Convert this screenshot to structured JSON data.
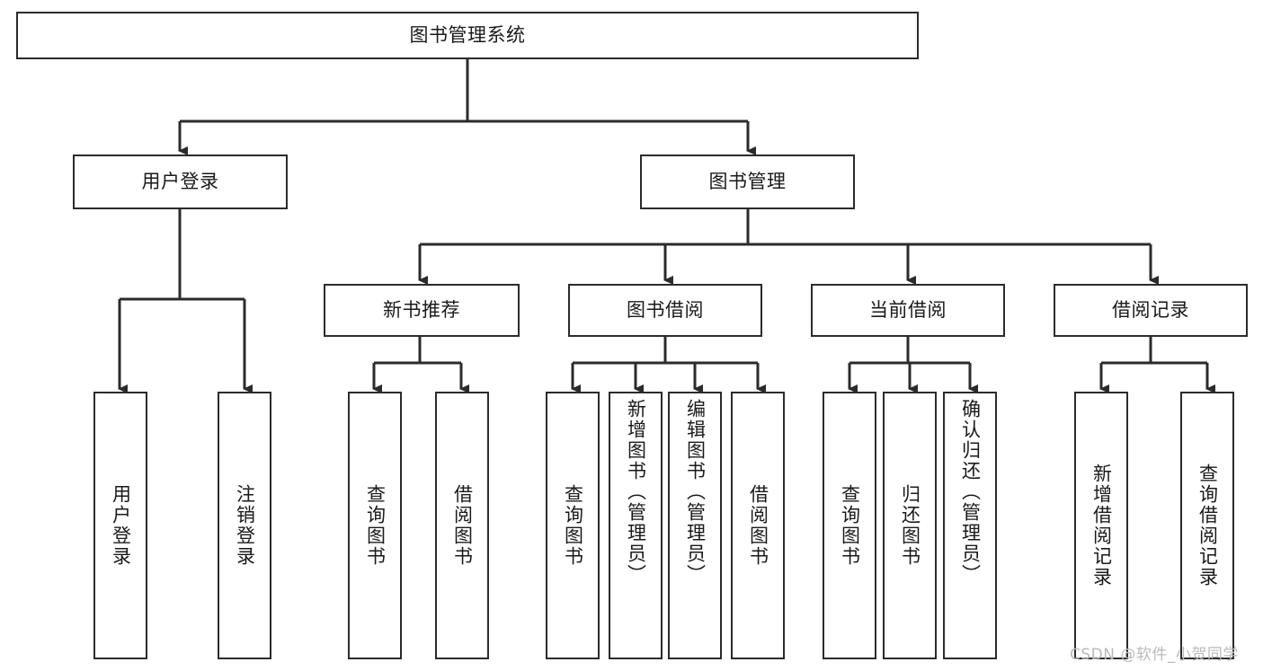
{
  "diagram": {
    "type": "tree",
    "title_node": {
      "label": "图书管理系统"
    },
    "level2": [
      {
        "id": "user-login",
        "label": "用户登录"
      },
      {
        "id": "book-manage",
        "label": "图书管理"
      }
    ],
    "level3": [
      {
        "id": "new-book-recommend",
        "label": "新书推荐"
      },
      {
        "id": "book-borrow",
        "label": "图书借阅"
      },
      {
        "id": "current-borrow",
        "label": "当前借阅"
      },
      {
        "id": "borrow-record",
        "label": "借阅记录"
      }
    ],
    "leaves": {
      "user_login": [
        {
          "id": "leaf-user-login",
          "label": "用户登录"
        },
        {
          "id": "leaf-logout-login",
          "label": "注销登录"
        }
      ],
      "new_book_recommend": [
        {
          "id": "leaf-query-book-1",
          "label": "查询图书"
        },
        {
          "id": "leaf-borrow-book-1",
          "label": "借阅图书"
        }
      ],
      "book_borrow": [
        {
          "id": "leaf-query-book-2",
          "label": "查询图书"
        },
        {
          "id": "leaf-add-book",
          "label": "新增图书（管理员）"
        },
        {
          "id": "leaf-edit-book",
          "label": "编辑图书（管理员）"
        },
        {
          "id": "leaf-borrow-book-2",
          "label": "借阅图书"
        }
      ],
      "current_borrow": [
        {
          "id": "leaf-query-book-3",
          "label": "查询图书"
        },
        {
          "id": "leaf-return-book",
          "label": "归还图书"
        },
        {
          "id": "leaf-confirm-return",
          "label": "确认归还（管理员）"
        }
      ],
      "borrow_record": [
        {
          "id": "leaf-add-record",
          "label": "新增借阅记录"
        },
        {
          "id": "leaf-query-record",
          "label": "查询借阅记录"
        }
      ]
    },
    "colors": {
      "stroke": "#2b2b2b",
      "fill": "#ffffff",
      "text": "#1a1a1a",
      "watermark": "#b9b9b9"
    }
  },
  "watermark": {
    "text": "CSDN @软件_小贺同学"
  }
}
